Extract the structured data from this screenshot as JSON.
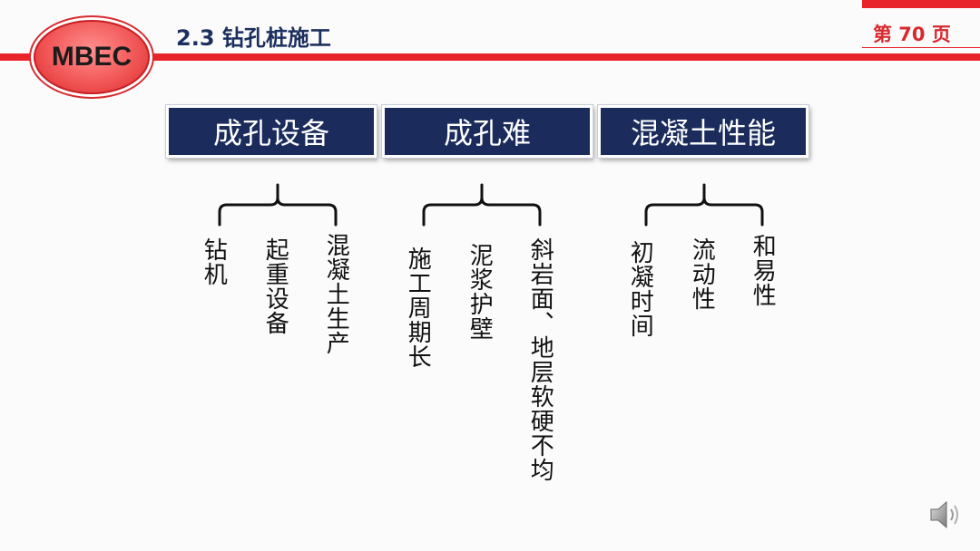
{
  "logo": {
    "text": "MBEC"
  },
  "header": {
    "title": "2.3 钻孔桩施工",
    "page_label": "第 70  页"
  },
  "columns": [
    {
      "heading": "成孔设备",
      "items": [
        "钻机",
        "起重设备",
        "混凝土生产"
      ]
    },
    {
      "heading": "成孔难",
      "items": [
        "施工周期长",
        "泥浆护壁",
        "斜岩面、地层软硬不均"
      ]
    },
    {
      "heading": "混凝土性能",
      "items": [
        "初凝时间",
        "流动性",
        "和易性"
      ]
    }
  ],
  "icons": {
    "speaker": "speaker-icon"
  },
  "colors": {
    "accent_red": "#e8232a",
    "box_navy": "#1b2c5c",
    "title_navy": "#1c2f5e"
  }
}
